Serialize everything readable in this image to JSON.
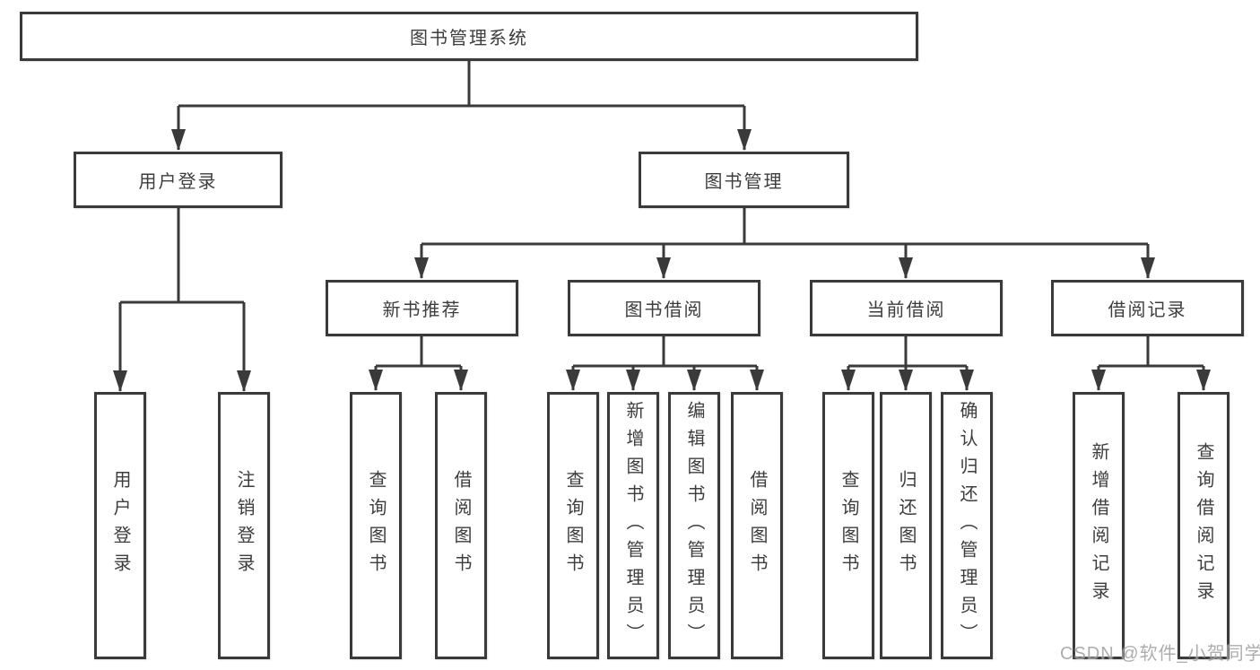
{
  "diagram_title": "图书管理系统",
  "tree": {
    "root": {
      "label": "图书管理系统"
    },
    "branches": [
      {
        "label": "用户登录",
        "children": [
          {
            "label": "用户登录"
          },
          {
            "label": "注销登录"
          }
        ]
      },
      {
        "label": "图书管理",
        "children": [
          {
            "label": "新书推荐",
            "children": [
              {
                "label": "查询图书"
              },
              {
                "label": "借阅图书"
              }
            ]
          },
          {
            "label": "图书借阅",
            "children": [
              {
                "label": "查询图书"
              },
              {
                "label": "新增图书（管理员）"
              },
              {
                "label": "编辑图书（管理员）"
              },
              {
                "label": "借阅图书"
              }
            ]
          },
          {
            "label": "当前借阅",
            "children": [
              {
                "label": "查询图书"
              },
              {
                "label": "归还图书"
              },
              {
                "label": "确认归还（管理员）"
              }
            ]
          },
          {
            "label": "借阅记录",
            "children": [
              {
                "label": "新增借阅记录"
              },
              {
                "label": "查询借阅记录"
              }
            ]
          }
        ]
      }
    ]
  },
  "watermark": "CSDN @软件_小贺同学",
  "colors": {
    "line": "#3a3a3a",
    "text": "#3d3d3d",
    "box_background": "#ffffff",
    "watermark": "#9f9f9f",
    "background": "#ffffff"
  }
}
